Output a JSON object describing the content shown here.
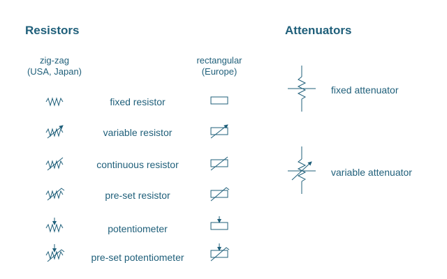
{
  "resistors": {
    "title": "Resistors",
    "col_zigzag": [
      "zig-zag",
      "(USA, Japan)"
    ],
    "col_rect": [
      "rectangular",
      "(Europe)"
    ],
    "items": [
      {
        "label": "fixed resistor",
        "icon": "fixed-resistor-icon"
      },
      {
        "label": "variable resistor",
        "icon": "variable-resistor-icon"
      },
      {
        "label": "continuous resistor",
        "icon": "continuous-resistor-icon"
      },
      {
        "label": "pre-set resistor",
        "icon": "preset-resistor-icon"
      },
      {
        "label": "potentiometer",
        "icon": "potentiometer-icon"
      },
      {
        "label": "pre-set potentiometer",
        "icon": "preset-potentiometer-icon"
      }
    ]
  },
  "attenuators": {
    "title": "Attenuators",
    "items": [
      {
        "label": "fixed attenuator",
        "icon": "fixed-attenuator-icon"
      },
      {
        "label": "variable attenuator",
        "icon": "variable-attenuator-icon"
      }
    ]
  },
  "colors": {
    "ink": "#1f5f7a"
  }
}
